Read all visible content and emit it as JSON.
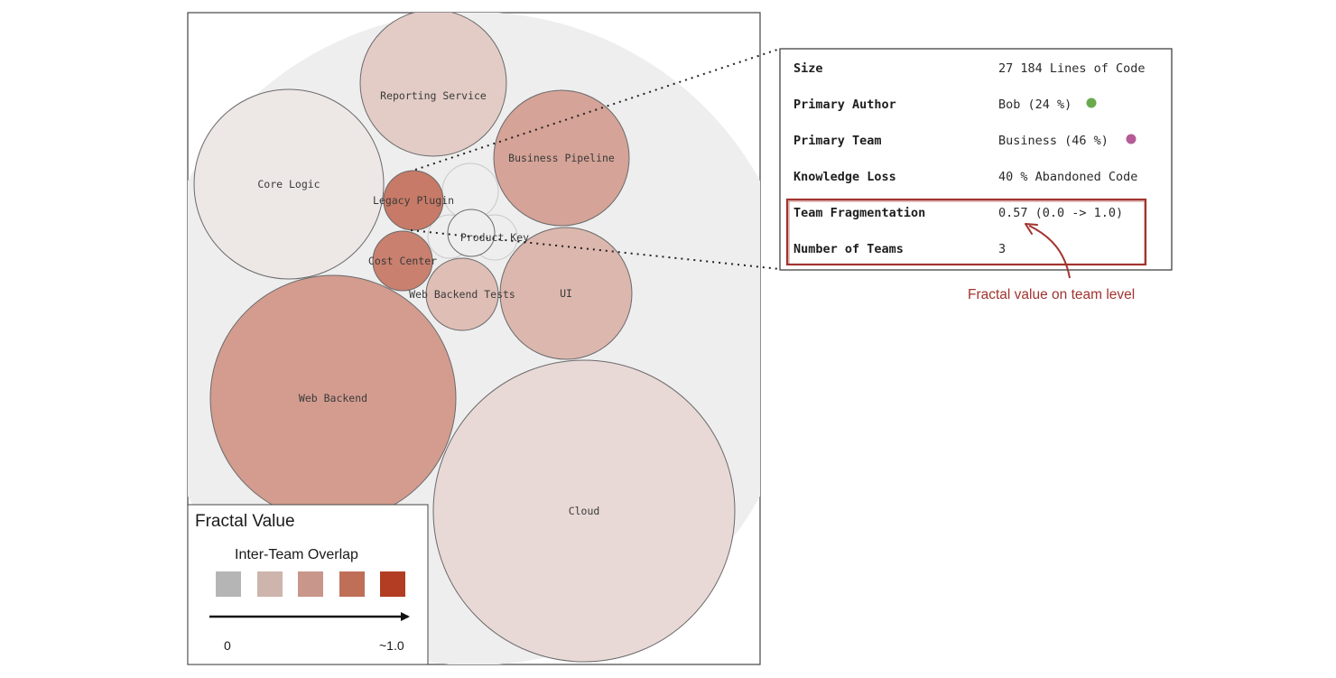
{
  "bubbles": [
    {
      "name": "Reporting Service",
      "level": 0.25
    },
    {
      "name": "Core Logic",
      "level": 0.05
    },
    {
      "name": "Business Pipeline",
      "level": 0.55
    },
    {
      "name": "Legacy Plugin",
      "level": 0.85
    },
    {
      "name": "Product Key",
      "level": 0.0
    },
    {
      "name": "Cost Center",
      "level": 0.8
    },
    {
      "name": "Web Backend Tests",
      "level": 0.35
    },
    {
      "name": "UI",
      "level": 0.4
    },
    {
      "name": "Web Backend",
      "level": 0.6
    },
    {
      "name": "Cloud",
      "level": 0.15
    }
  ],
  "info_panel": {
    "rows": [
      {
        "key": "Size",
        "value": "27 184 Lines of Code"
      },
      {
        "key": "Primary Author",
        "value": "Bob (24 %)",
        "dot_color": "#6aaa4f"
      },
      {
        "key": "Primary Team",
        "value": "Business (46 %)",
        "dot_color": "#b55b95"
      },
      {
        "key": "Knowledge Loss",
        "value": "40 % Abandoned Code"
      },
      {
        "key": "Team Fragmentation",
        "value": "0.57 (0.0 -> 1.0)"
      },
      {
        "key": "Number of Teams",
        "value": "3"
      }
    ]
  },
  "annotation": {
    "text": "Fractal value on team level",
    "color": "#a1342f"
  },
  "legend": {
    "title": "Fractal Value",
    "subtitle": "Inter-Team Overlap",
    "swatches": [
      "#b5b5b5",
      "#cdb4ac",
      "#c8968a",
      "#bf6e58",
      "#b23d22"
    ],
    "min_label": "0",
    "max_label": "~1.0"
  },
  "colors": {
    "background_circle": "#eeeeef",
    "bubble_stroke": "#6a6a6a",
    "highlight_box": "#a1342f"
  }
}
